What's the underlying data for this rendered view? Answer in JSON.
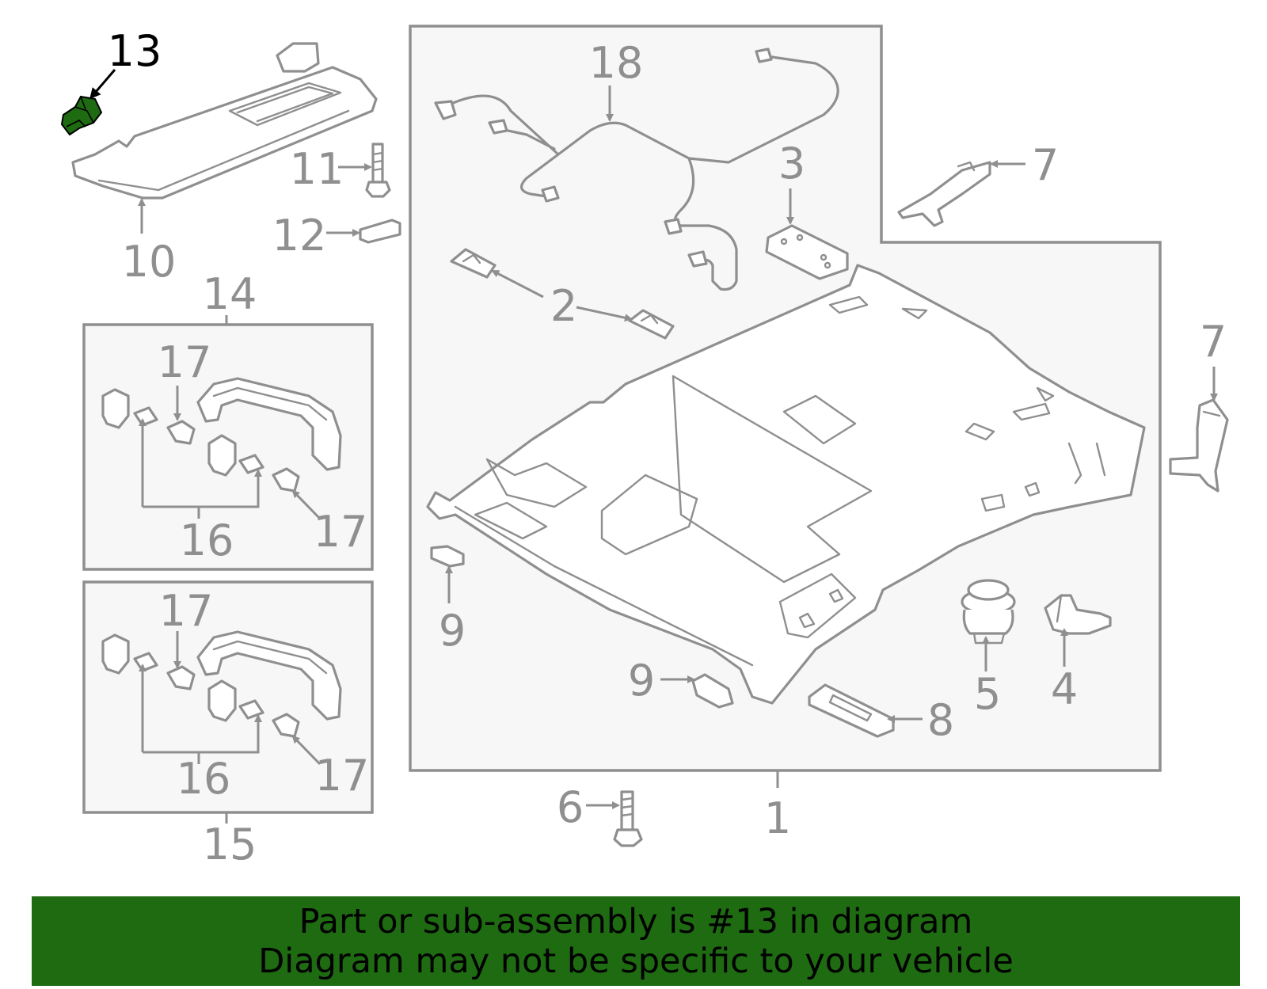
{
  "highlight_color": "#1e6b12",
  "part_color": "#8f8f8f",
  "callouts": {
    "c1": "1",
    "c2": "2",
    "c3": "3",
    "c4": "4",
    "c5": "5",
    "c6": "6",
    "c7a": "7",
    "c7b": "7",
    "c8": "8",
    "c9a": "9",
    "c9b": "9",
    "c10": "10",
    "c11": "11",
    "c12": "12",
    "c13": "13",
    "c14": "14",
    "c15": "15",
    "c16a": "16",
    "c16b": "16",
    "c17a": "17",
    "c17b": "17",
    "c17c": "17",
    "c17d": "17",
    "c18": "18"
  },
  "highlighted_part": "13",
  "banner": {
    "line1": "Part or sub-assembly is #13 in diagram",
    "line2": "Diagram may not be specific to your vehicle"
  }
}
